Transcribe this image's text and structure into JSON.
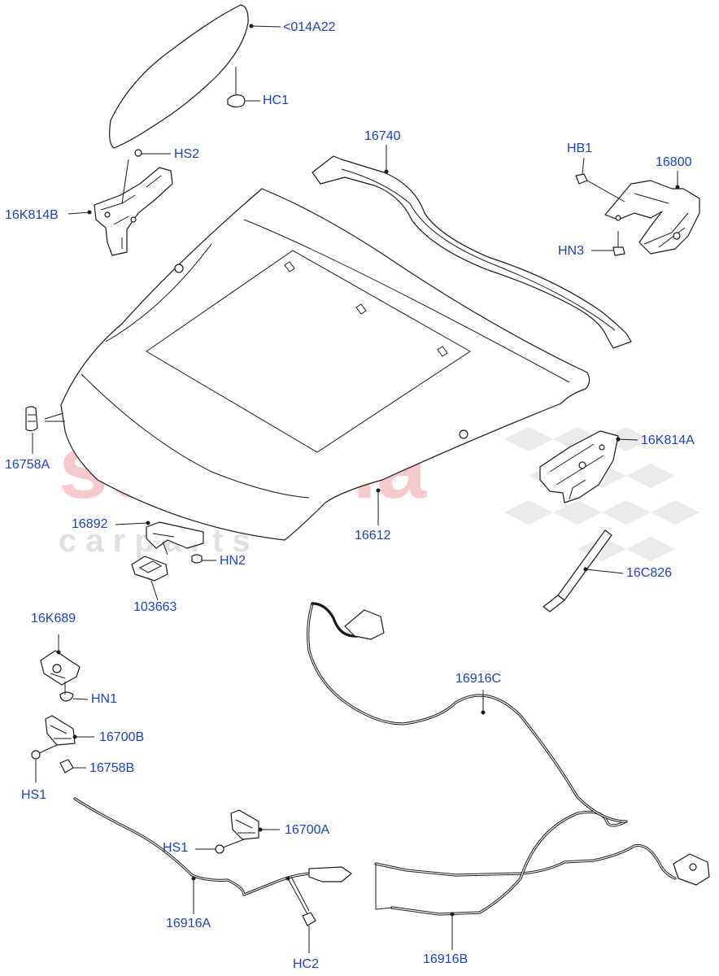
{
  "watermark": {
    "brand": "scuderia",
    "sub": "c a r  p a r t s",
    "color": "#f2b8bd"
  },
  "accent_color": "#1a3fc8",
  "callouts": {
    "c014a22": "<014A22",
    "hc1": "HC1",
    "hs2": "HS2",
    "k814b": "16K814B",
    "p16740": "16740",
    "hb1": "HB1",
    "p16800": "16800",
    "hn3": "HN3",
    "p16758a": "16758A",
    "k814a": "16K814A",
    "p16612": "16612",
    "p16892": "16892",
    "hn2": "HN2",
    "p103663": "103663",
    "c826": "16C826",
    "k689": "16K689",
    "p16916c": "16916C",
    "hn1": "HN1",
    "p16700b": "16700B",
    "p16758b": "16758B",
    "hs1_left": "HS1",
    "p16700a": "16700A",
    "hs1_mid": "HS1",
    "p16916a": "16916A",
    "hc2": "HC2",
    "p16916b": "16916B"
  }
}
